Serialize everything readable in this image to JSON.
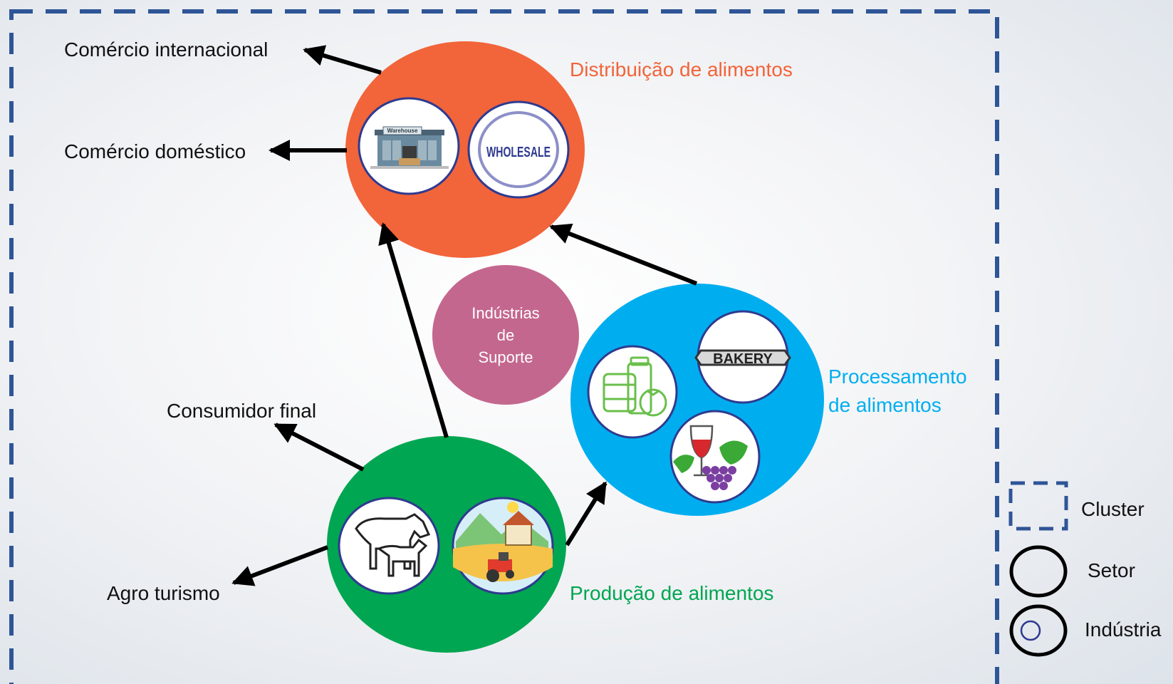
{
  "outputs": {
    "international": "Comércio internacional",
    "domestic": "Comércio doméstico",
    "final_consumer": "Consumidor final",
    "agrotourism": "Agro turismo"
  },
  "sectors": {
    "distribution": {
      "label": "Distribuição de alimentos",
      "color": "#f2643a"
    },
    "processing": {
      "label_line1": "Processamento",
      "label_line2": "de alimentos",
      "color": "#00aeef"
    },
    "production": {
      "label": "Produção de alimentos",
      "color": "#00a651"
    },
    "support": {
      "line1": "Indústrias",
      "line2": "de",
      "line3": "Suporte",
      "color": "#c4678f"
    }
  },
  "industry_icons": {
    "warehouse": {
      "icon": "warehouse-icon",
      "sign": "Warehouse"
    },
    "wholesale": {
      "icon": "wholesale-stamp-icon",
      "text": "WHOLESALE"
    },
    "bakery": {
      "icon": "bakery-sign-icon",
      "text": "BAKERY"
    },
    "canned": {
      "icon": "canned-food-icon"
    },
    "wine": {
      "icon": "wine-grapes-icon"
    },
    "livestock": {
      "icon": "cow-goat-icon"
    },
    "farm": {
      "icon": "farm-tractor-icon"
    }
  },
  "legend": {
    "cluster": "Cluster",
    "sector": "Setor",
    "industry": "Indústria"
  },
  "colors": {
    "cluster_border": "#2f5597",
    "arrow": "#000000"
  }
}
